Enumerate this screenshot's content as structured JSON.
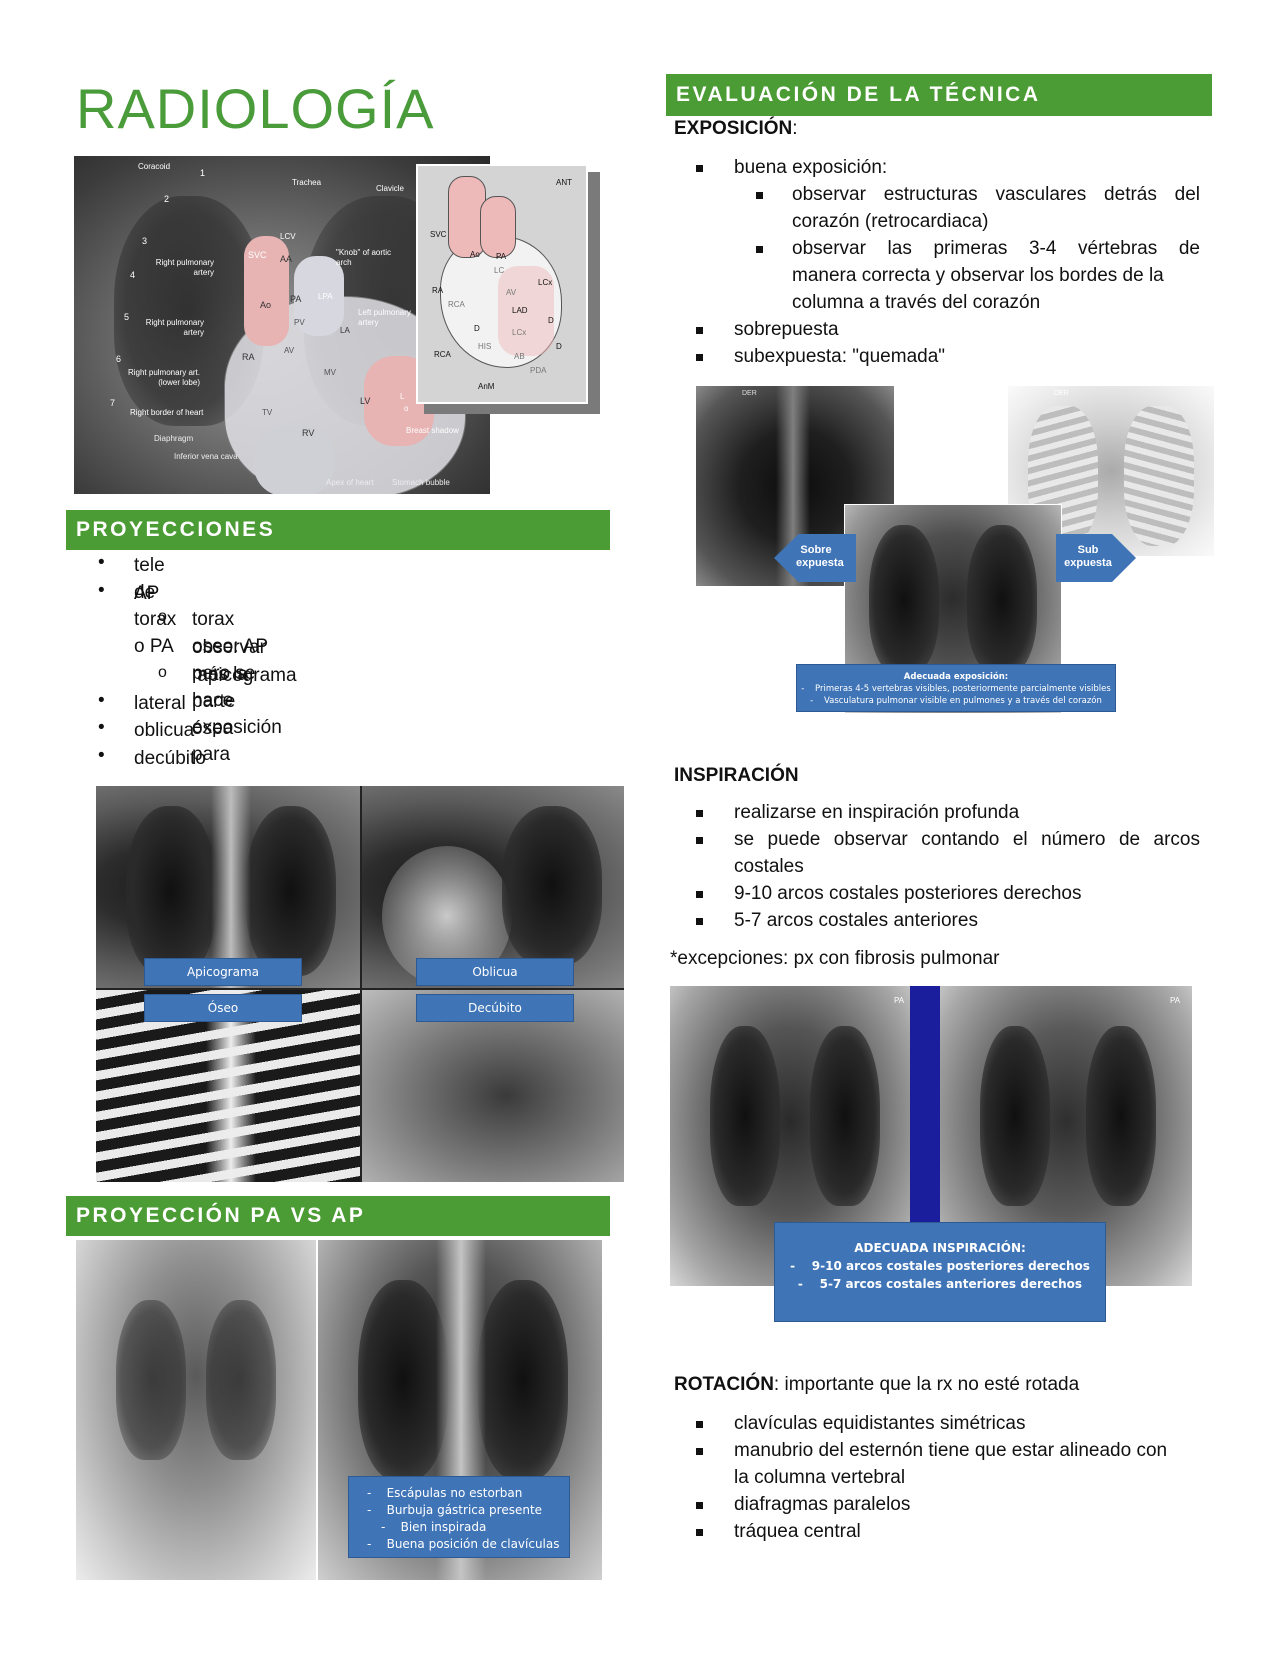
{
  "title": "RADIOLOGÍA",
  "left": {
    "diagram": {
      "labels": {
        "coracoid": "Coracoid",
        "trachea": "Trachea",
        "clavicle": "Clavicle",
        "lcv": "LCV",
        "svc": "SVC",
        "aa": "AA",
        "knob": "\"Knob\" of aortic arch",
        "right_pulm_artery": "Right pulmonary artery",
        "ao": "Ao",
        "pa": "PA",
        "lpa": "LPA",
        "pv": "PV",
        "left_pulm_artery": "Left pulmonary artery",
        "la": "LA",
        "right_pulm_artery2": "Right pulmonary artery",
        "ra": "RA",
        "av": "AV",
        "mv": "MV",
        "right_pulm_lower": "Right pulmonary art. (lower lobe)",
        "lv": "LV",
        "right_border": "Right border of heart",
        "tv": "TV",
        "rv": "RV",
        "diaphragm": "Diaphragm",
        "ivc": "Inferior vena cava",
        "breast_shadow": "Breast shadow",
        "apex": "Apex of heart",
        "stomach": "Stomach bubble",
        "l": "L",
        "o": "o",
        "ribs": [
          "1",
          "2",
          "3",
          "4",
          "5",
          "6",
          "7"
        ]
      },
      "inset_labels": {
        "ant": "ANT",
        "svc": "SVC",
        "ao": "Ao",
        "pa": "PA",
        "lc": "LC",
        "lcx": "LCx",
        "ra": "RA",
        "rca": "RCA",
        "av": "AV",
        "lad": "LAD",
        "d": "D",
        "d2": "D",
        "d3": "D",
        "lcx2": "LCx",
        "his": "HIS",
        "rca2": "RCA",
        "ab": "AB",
        "pda": "PDA",
        "avn": "AnM"
      }
    },
    "proyecciones": {
      "heading": "PROYECCIONES",
      "items": [
        {
          "text": "tele de torax o PA",
          "bullet": "•"
        },
        {
          "text": "AP",
          "bullet": "•"
        },
        {
          "text": "torax oseo: AP pero se hace exposición para",
          "bullet": "o"
        },
        {
          "text": "observar más la parte ósea",
          "bullet": ""
        },
        {
          "text": " apicograma",
          "bullet": "o"
        },
        {
          "text": "lateral",
          "bullet": "•"
        },
        {
          "text": "oblicua",
          "bullet": "•"
        },
        {
          "text": "decúbito",
          "bullet": "•"
        }
      ],
      "image_captions": [
        "Apicograma",
        "Oblicua",
        "Óseo",
        "Decúbito"
      ]
    },
    "pa_vs_ap": {
      "heading": "PROYECCIÓN PA VS AP",
      "caption_lines": [
        "-    Escápulas no estorban",
        "-    Burbuja gástrica presente",
        "-    Bien inspirada",
        "-    Buena posición de clavículas"
      ]
    }
  },
  "right": {
    "heading": "EVALUACIÓN DE LA TÉCNICA",
    "exposicion": {
      "title": "EXPOSICIÓN",
      "colon": ":",
      "items": [
        "buena exposición:",
        "observar estructuras vasculares detrás del",
        "corazón (retrocardiaca)",
        "observar las primeras 3-4 vértebras de",
        "manera correcta y observar los bordes de la",
        "columna a través del corazón",
        "sobrepuesta",
        "subexpuesta: \"quemada\""
      ],
      "img_labels": {
        "der1": "DER",
        "der2": "DER",
        "sobre": "Sobre expuesta",
        "sub": "Sub expuesta",
        "caption_title": "Adecuada exposición:",
        "caption_l1": "-    Primeras 4-5 vertebras visibles, posteriormente parcialmente visibles",
        "caption_l2": "-    Vasculatura pulmonar visible en pulmones y a través del corazón"
      }
    },
    "inspiracion": {
      "title": "INSPIRACIÓN",
      "items": [
        "realizarse en inspiración profunda",
        "se puede observar contando el número de arcos",
        "costales",
        "9-10 arcos costales posteriores derechos",
        "5-7 arcos costales anteriores"
      ],
      "note": "*excepciones: px con fibrosis pulmonar",
      "img_labels": {
        "pa1": "PA",
        "pa2": "PA",
        "caption_title": "ADECUADA INSPIRACIÓN:",
        "caption_l1": "-    9-10 arcos costales posteriores derechos",
        "caption_l2": "-    5-7 arcos costales anteriores derechos"
      }
    },
    "rotacion": {
      "title": "ROTACIÓN",
      "rest": ": importante que la rx no esté rotada",
      "items": [
        "clavículas equidistantes simétricas",
        "manubrio del esternón tiene que estar alineado con",
        "la columna vertebral",
        "diafragmas paralelos",
        "tráquea central"
      ]
    }
  }
}
